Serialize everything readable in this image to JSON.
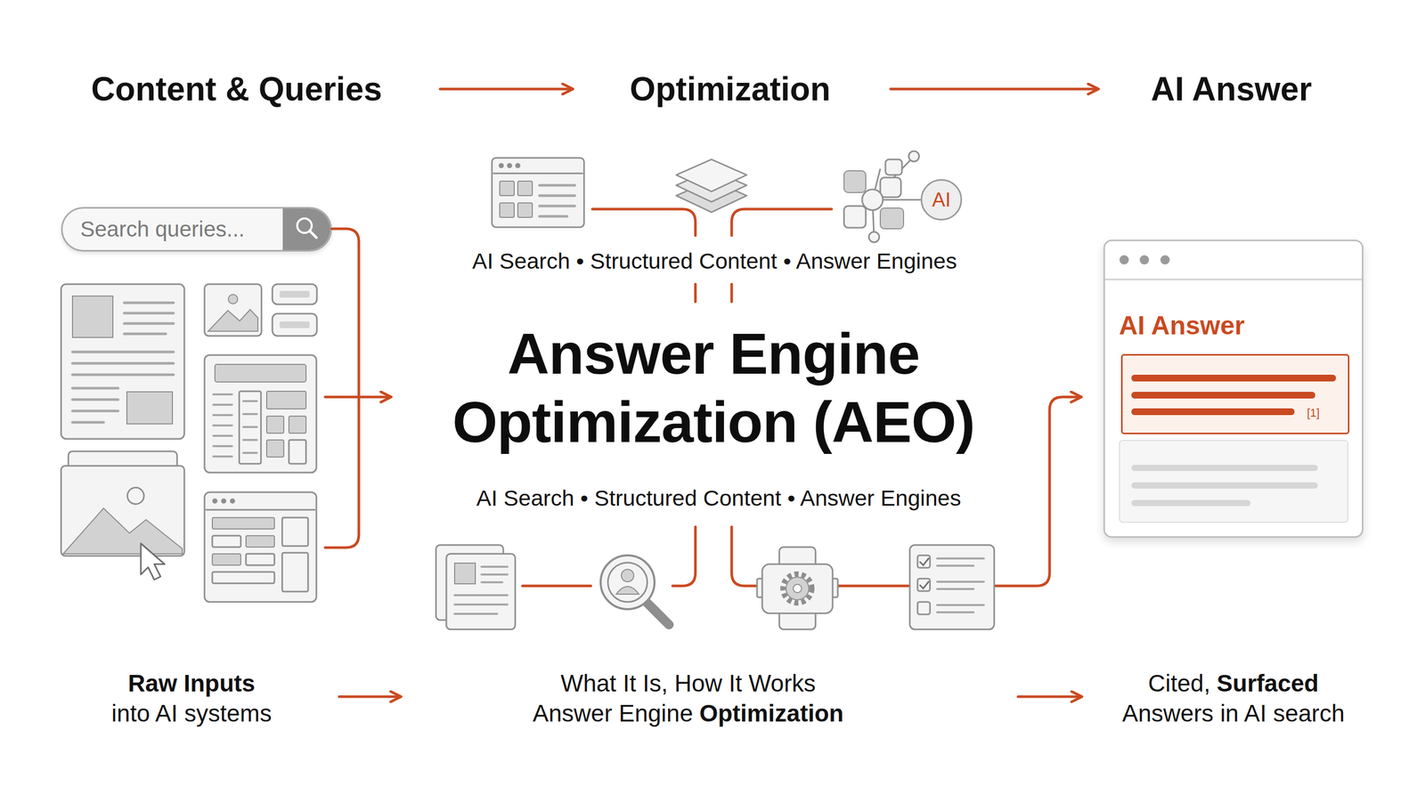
{
  "diagram": {
    "title": "Answer Engine Optimization (AEO)",
    "nodes": [
      {
        "text": [
          "Search queries..."
        ]
      },
      {
        "text": [
          "AI"
        ]
      },
      {
        "text": [
          "AI Answer"
        ]
      },
      {
        "text": [
          "[1]"
        ],
        "in": 2
      }
    ],
    "labels": [
      "Content & Queries",
      "Optimization",
      "AI Answer",
      "AI Search • Structured Content • Answer Engines",
      "AI Search • Structured Content • Answer Engines",
      "Raw Inputs",
      "into AI systems",
      "What It Is, How It Works",
      "Answer Engine",
      "Optimization",
      "Cited,",
      "Surfaced",
      "Answers in AI search"
    ]
  }
}
